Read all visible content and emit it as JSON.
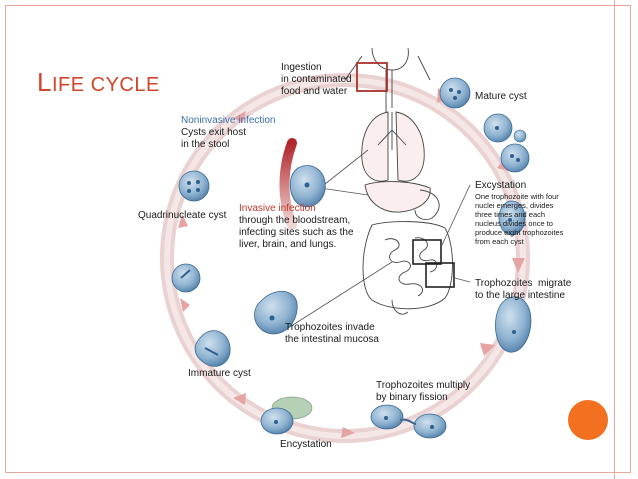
{
  "slide": {
    "title_first": "L",
    "title_rest": "ife cycle"
  },
  "labels": {
    "ingestion": "Ingestion\nin contaminated\nfood and water",
    "mature_cyst": "Mature cyst",
    "noninvasive_heading": "Noninvasive infection",
    "noninvasive_text": "Cysts exit host\nin the stool",
    "excystation_heading": "Excystation",
    "excystation_text": "One trophozoite with four\nnuclei emerges, divides\nthree times and each\nnucleus divides once to\nproduce eight trophozoites\nfrom each cyst",
    "invasive_heading": "Invasive infection",
    "invasive_text": "through the bloodstream,\ninfecting sites such as the\nliver, brain, and lungs.",
    "quadrinucleate": "Quadrinucleate cyst",
    "migrate": "Trophozoites  migrate\nto the large intestine",
    "invade": "Trophozoites invade\nthe intestinal mucosa",
    "immature": "Immature cyst",
    "multiply": "Trophozoites multiply\nby binary fission",
    "encystation": "Encystation"
  },
  "colors": {
    "title": "#d1452a",
    "accent": "#f37021",
    "frame": "#e6a99a",
    "cycle_arrow": "#e9c3c3",
    "invasive_arrow": "#c0392b",
    "cell": "#7fa8c9",
    "nucleus": "#2f5f8f"
  }
}
